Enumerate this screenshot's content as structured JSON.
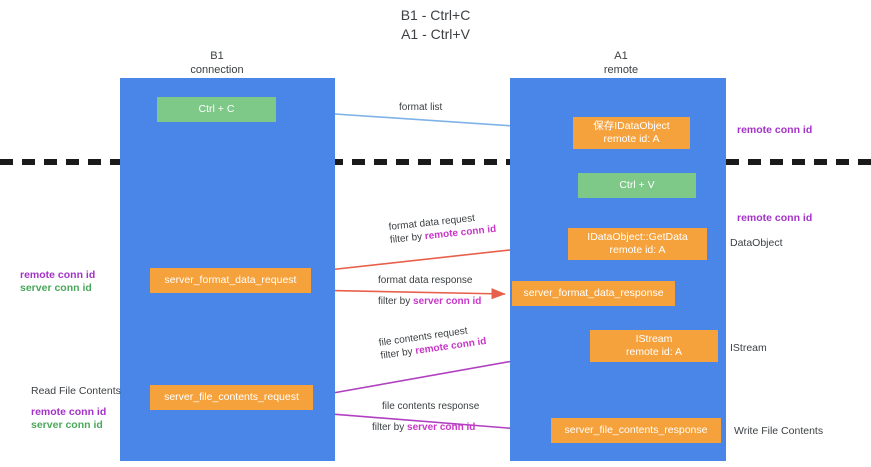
{
  "title": {
    "line1": "B1 - Ctrl+C",
    "line2": "A1 - Ctrl+V"
  },
  "columns": [
    {
      "id": "b1",
      "name": "B1",
      "role": "connection"
    },
    {
      "id": "a1",
      "name": "A1",
      "role": "remote"
    }
  ],
  "colors": {
    "lane": "#4a86e8",
    "box_orange": "#f6a23c",
    "box_green": "#7ec987",
    "conn_id_purple": "#a432c8",
    "conn_id_green": "#4aa85a",
    "arrow_blue": "#7fb3e8",
    "arrow_red": "#e8604c",
    "arrow_magenta": "#b040c0",
    "arrow_black": "#000000",
    "divider": "#1a1a1a"
  },
  "boxes": [
    {
      "id": "ctrl-c",
      "label1": "Ctrl + C",
      "label2": "",
      "style": "green",
      "lane": "b1"
    },
    {
      "id": "save-idataobject",
      "label1": "保存IDataObject",
      "label2": "remote id: A",
      "style": "orange",
      "lane": "a1"
    },
    {
      "id": "ctrl-v",
      "label1": "Ctrl + V",
      "label2": "",
      "style": "green",
      "lane": "a1"
    },
    {
      "id": "idataobject-getdata",
      "label1": "IDataObject::GetData",
      "label2": "remote id: A",
      "style": "orange",
      "lane": "a1"
    },
    {
      "id": "server-format-data-request",
      "label1": "server_format_data_request",
      "label2": "",
      "style": "orange",
      "lane": "b1"
    },
    {
      "id": "server-format-data-response",
      "label1": "server_format_data_response",
      "label2": "",
      "style": "orange",
      "lane": "a1"
    },
    {
      "id": "istream",
      "label1": "IStream",
      "label2": "remote id: A",
      "style": "orange",
      "lane": "a1"
    },
    {
      "id": "server-file-contents-request",
      "label1": "server_file_contents_request",
      "label2": "",
      "style": "orange",
      "lane": "b1"
    },
    {
      "id": "server-file-contents-response",
      "label1": "server_file_contents_response",
      "label2": "",
      "style": "orange",
      "lane": "a1"
    }
  ],
  "edges": [
    {
      "id": "format-list",
      "label": "format list",
      "filter_prefix": "",
      "filter_value": "",
      "color": "#7fb3e8"
    },
    {
      "id": "format-data-request",
      "label": "format data request",
      "filter_prefix": "filter by ",
      "filter_value": "remote conn id",
      "color": "#e8604c"
    },
    {
      "id": "format-data-response",
      "label": "format data response",
      "filter_prefix": "filter by ",
      "filter_value": "server conn id",
      "color": "#e8604c"
    },
    {
      "id": "file-contents-request",
      "label": "file contents request",
      "filter_prefix": "filter by ",
      "filter_value": "remote conn id",
      "color": "#b040c0"
    },
    {
      "id": "file-contents-response",
      "label": "file contents response",
      "filter_prefix": "filter by ",
      "filter_value": "server conn id",
      "color": "#b040c0"
    }
  ],
  "left_notes": [
    {
      "id": "left-note-format",
      "plain": "",
      "remote": "remote conn id",
      "server": "server conn id"
    },
    {
      "id": "left-note-file",
      "plain": "Read File Contents",
      "remote": "remote conn id",
      "server": "server conn id"
    }
  ],
  "right_notes": [
    {
      "id": "right-note-remote-conn-1",
      "text": "remote conn id",
      "kind": "rconn"
    },
    {
      "id": "right-note-remote-conn-2",
      "text": "remote conn id",
      "kind": "rconn"
    },
    {
      "id": "right-note-dataobject",
      "text": "DataObject",
      "kind": "plain"
    },
    {
      "id": "right-note-istream",
      "text": "IStream",
      "kind": "plain"
    },
    {
      "id": "right-note-write-file",
      "text": "Write File Contents",
      "kind": "plain"
    }
  ]
}
